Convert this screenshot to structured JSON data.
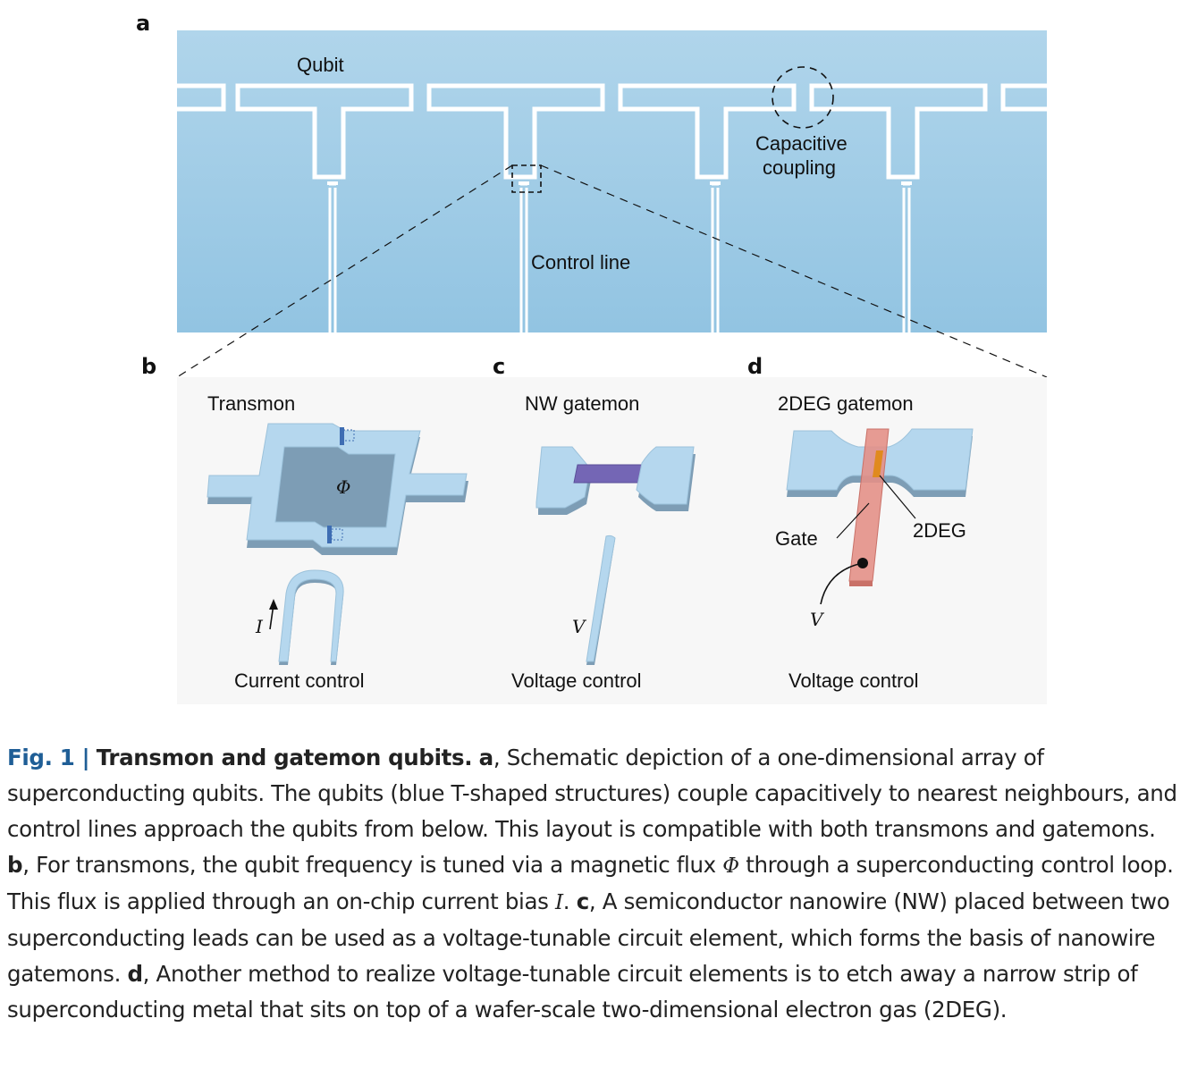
{
  "panels": {
    "a": "a",
    "b": "b",
    "c": "c",
    "d": "d"
  },
  "panel_a": {
    "qubit_label": "Qubit",
    "coupling_label_line1": "Capacitive",
    "coupling_label_line2": "coupling",
    "control_line_label": "Control line"
  },
  "panel_b": {
    "title": "Transmon",
    "flux_symbol": "Φ",
    "current_symbol": "I",
    "bottom_label": "Current control"
  },
  "panel_c": {
    "title": "NW gatemon",
    "voltage_symbol": "V",
    "bottom_label": "Voltage control"
  },
  "panel_d": {
    "title": "2DEG gatemon",
    "gate_label": "Gate",
    "twodeg_label": "2DEG",
    "voltage_symbol": "V",
    "bottom_label": "Voltage control"
  },
  "caption": {
    "fig_number": "Fig. 1 |",
    "title": "Transmon and gatemon qubits.",
    "a_label": "a",
    "a_text": ", Schematic depiction of a one-dimensional array of superconducting qubits. The qubits (blue T-shaped structures) couple capacitively to nearest neighbours, and control lines approach the qubits from below. This layout is compatible with both transmons and gatemons. ",
    "b_label": "b",
    "b_text_1": ", For transmons, the qubit frequency is tuned via a magnetic flux ",
    "b_phi": "Φ",
    "b_text_2": " through a superconducting control loop. This flux is applied through an on-chip current bias ",
    "b_i": "I",
    "b_text_3": ". ",
    "c_label": "c",
    "c_text": ", A semiconductor nanowire (NW) placed between two superconducting leads can be used as a voltage-tunable circuit element, which forms the basis of nanowire gatemons. ",
    "d_label": "d",
    "d_text": ", Another method to realize voltage-tunable circuit elements is to etch away a narrow strip of superconducting metal that sits on top of a wafer-scale two-dimensional electron gas (2DEG)."
  },
  "colors": {
    "substrate_top": "#aed4ea",
    "substrate_bottom": "#94c6e3",
    "metal": "#b5d7ee",
    "metal_shadow": "#7d9db5",
    "nanowire": "#7466b5",
    "gate": "#e39087",
    "twodeg": "#e08a1e",
    "panel_bg": "#f7f7f7",
    "caption_accent": "#1f5e96"
  }
}
